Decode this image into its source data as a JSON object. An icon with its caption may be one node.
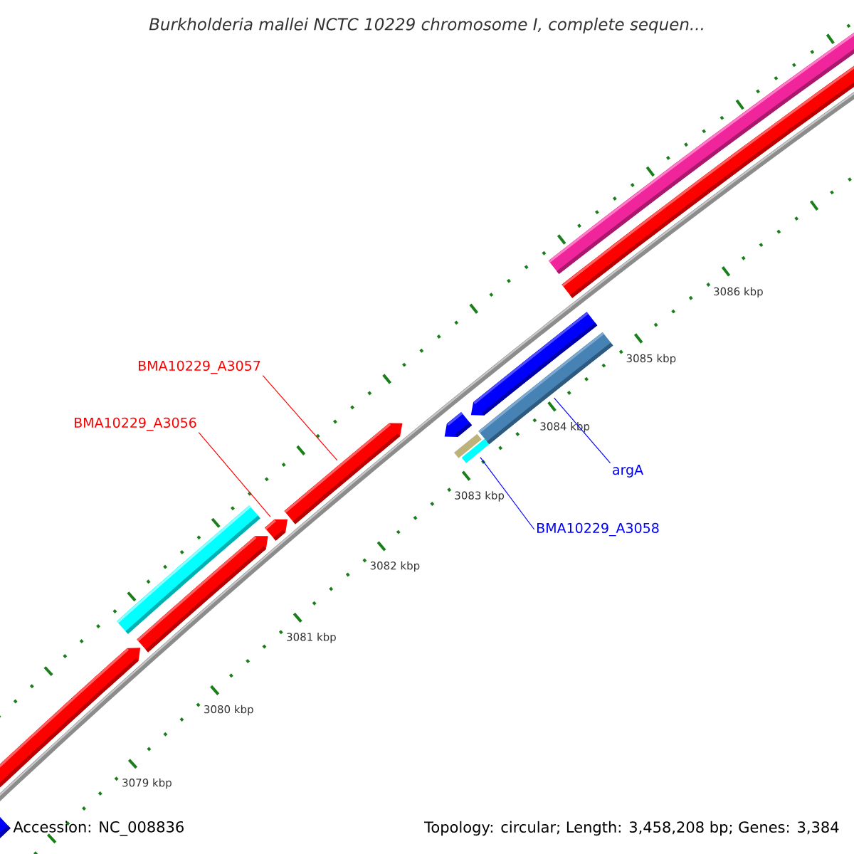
{
  "diagram": {
    "title": "Burkholderia mallei NCTC 10229 chromosome I, complete sequen...",
    "nodes": [
      {
        "text": [
          "BMA10229_A3057"
        ]
      },
      {
        "text": [
          "BMA10229_A3056"
        ]
      },
      {
        "text": [
          "argA"
        ]
      },
      {
        "text": [
          "BMA10229_A3058"
        ]
      },
      {
        "text": [],
        "shape": "arrow"
      },
      {
        "text": [],
        "shape": "arrow"
      },
      {
        "text": [],
        "shape": "bar"
      },
      {
        "text": [],
        "shape": "arrow"
      },
      {
        "text": [],
        "shape": "arrow"
      },
      {
        "text": [],
        "shape": "arrow"
      },
      {
        "text": [],
        "shape": "bar"
      },
      {
        "text": [],
        "shape": "arrow"
      },
      {
        "text": [],
        "shape": "bar"
      },
      {
        "text": [],
        "shape": "bar"
      },
      {
        "text": [],
        "shape": "arrow"
      },
      {
        "text": [],
        "shape": "arrow"
      },
      {
        "text": [],
        "shape": "bar"
      }
    ],
    "edges": [
      {
        "from": 0,
        "to": 9,
        "arrow": "none",
        "color": "#ff0000"
      },
      {
        "from": 1,
        "to": 8,
        "arrow": "none",
        "color": "#ff0000"
      },
      {
        "from": 2,
        "to": 13,
        "arrow": "none",
        "color": "#0000ff"
      },
      {
        "from": 3,
        "to": 12,
        "arrow": "none",
        "color": "#0000ff"
      }
    ],
    "labels": [
      "3086 kbp",
      "3085 kbp",
      "3084 kbp",
      "3083 kbp",
      "3082 kbp",
      "3081 kbp",
      "3080 kbp",
      "3079 kbp",
      "Accession: NC_008836",
      "Topology: circular; Length: 3,458,208 bp; Genes: 3,384"
    ]
  }
}
